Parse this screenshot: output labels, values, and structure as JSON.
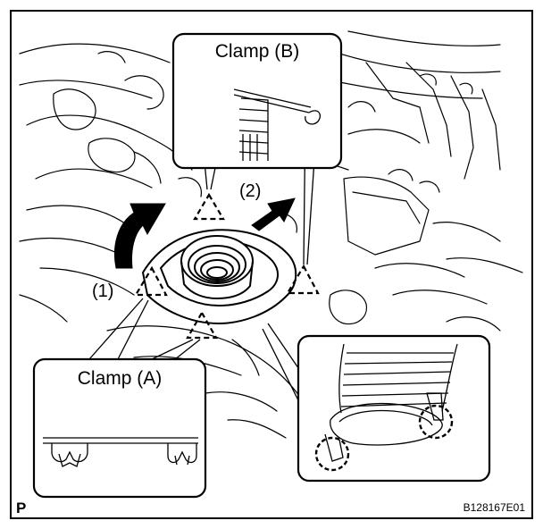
{
  "callouts": {
    "clamp_b": "Clamp (B)",
    "clamp_a": "Clamp (A)"
  },
  "steps": {
    "step1": "(1)",
    "step2": "(2)"
  },
  "footer": {
    "corner_mark": "P",
    "figure_code": "B128167E01"
  }
}
